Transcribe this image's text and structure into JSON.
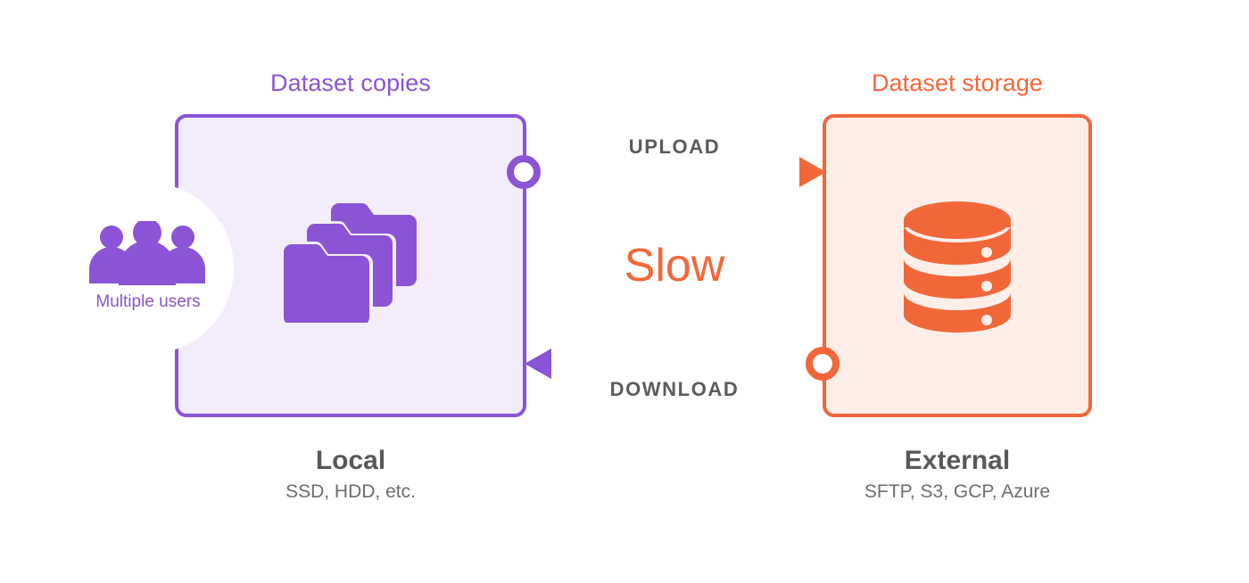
{
  "diagram": {
    "title_local_panel": "Dataset copies",
    "title_external_panel": "Dataset storage",
    "center_note": "Slow",
    "colors": {
      "purple": "#8b54d6",
      "purple_fill": "#f3edfb",
      "orange": "#f26739",
      "orange_fill": "#fdeee8",
      "label_gray": "#5b5b5b",
      "caption_gray": "#58585a"
    },
    "left": {
      "panel_label": "Dataset copies",
      "icon_name": "folders-icon",
      "users": {
        "label": "Multiple users",
        "icon_name": "users-icon"
      },
      "caption_title": "Local",
      "caption_sub": "SSD, HDD, etc."
    },
    "right": {
      "panel_label": "Dataset storage",
      "icon_name": "database-icon",
      "caption_title": "External",
      "caption_sub": "SFTP, S3, GCP, Azure"
    },
    "arrows": [
      {
        "name": "upload-arrow",
        "label": "UPLOAD",
        "direction": "left-to-right",
        "from": "Local",
        "to": "External",
        "start_color": "#8b54d6",
        "end_color": "#f26739"
      },
      {
        "name": "download-arrow",
        "label": "DOWNLOAD",
        "direction": "right-to-left",
        "from": "External",
        "to": "Local",
        "start_color": "#f26739",
        "end_color": "#8b54d6"
      }
    ]
  }
}
